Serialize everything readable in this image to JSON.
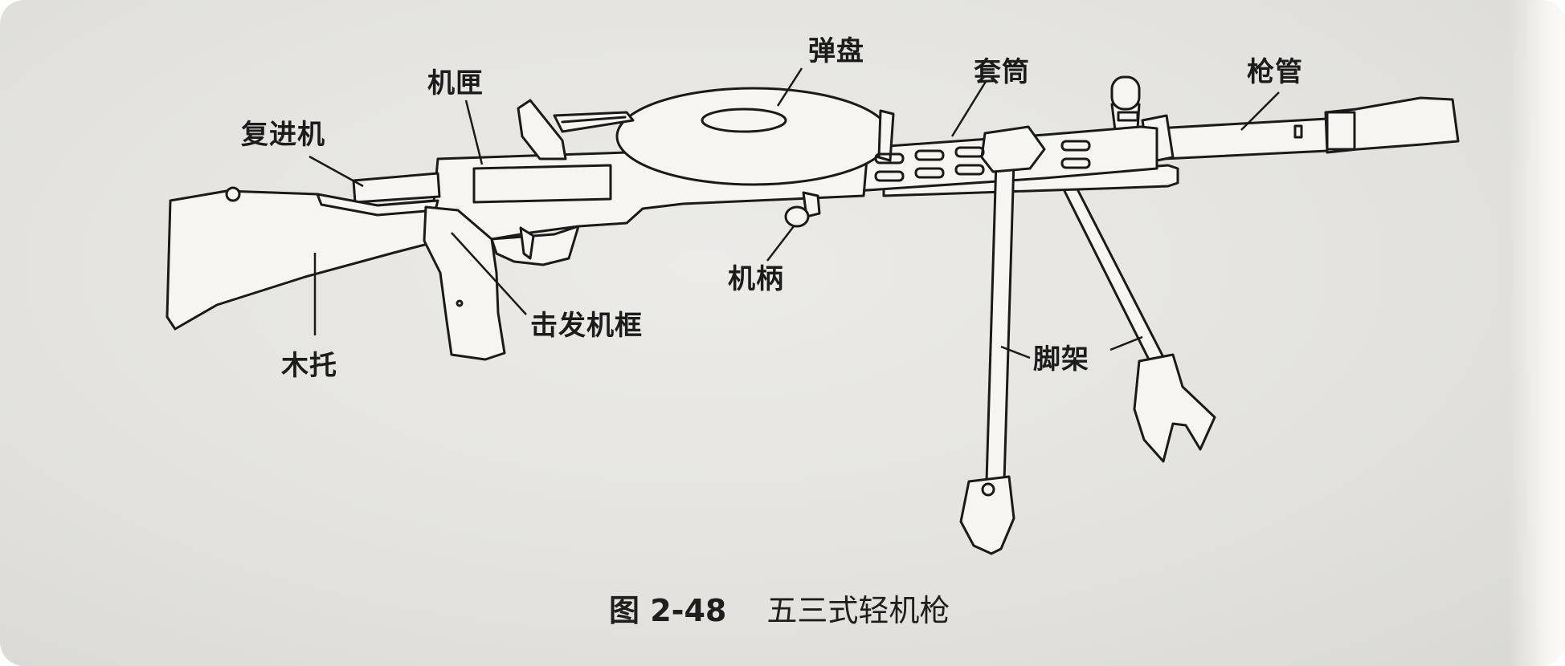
{
  "labels": {
    "magazine": "弹盘",
    "receiver": "机匣",
    "sleeve": "套筒",
    "barrel": "枪管",
    "recoil_mechanism": "复进机",
    "cocking_handle": "机柄",
    "trigger_frame": "击发机框",
    "buttstock": "木托",
    "bipod": "脚架"
  },
  "caption": {
    "figure_number": "图 2-48",
    "title": "五三式轻机枪"
  }
}
